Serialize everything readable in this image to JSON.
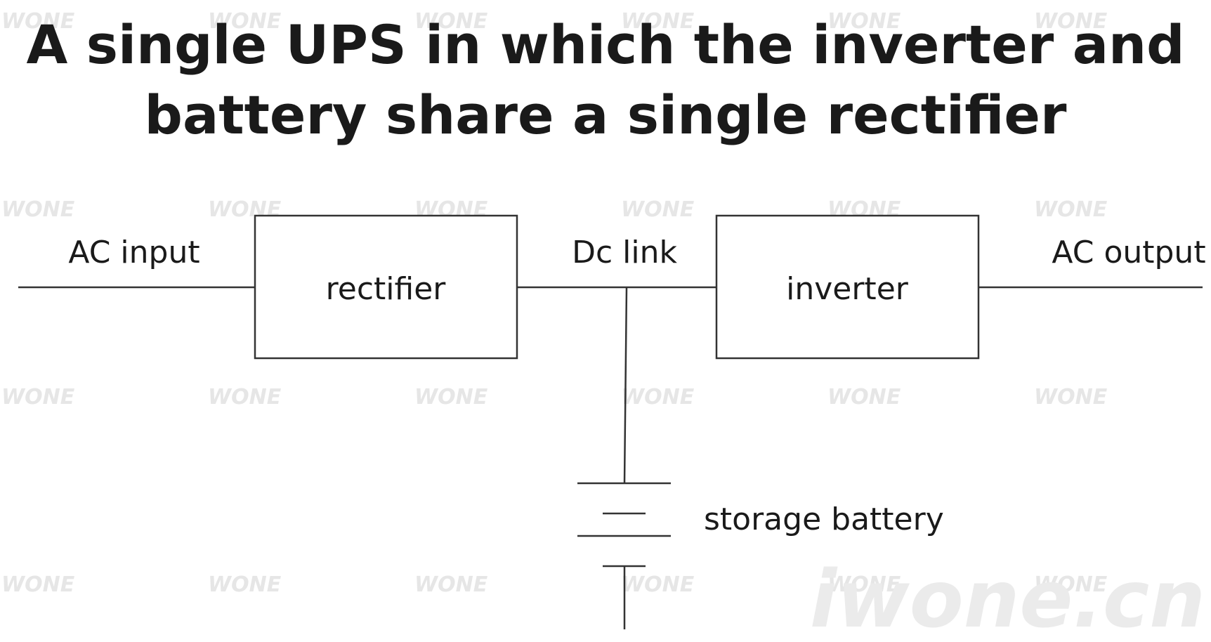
{
  "title": {
    "line1": "A single UPS in which the inverter and",
    "line2": "battery share a single rectifier"
  },
  "diagram": {
    "ac_input_label": "AC input",
    "rectifier_label": "rectifier",
    "dc_link_label": "Dc link",
    "inverter_label": "inverter",
    "ac_output_label": "AC output",
    "battery_label": "storage battery"
  },
  "watermark": {
    "tile_text": "WONE",
    "logo_text": "iwone.cn"
  },
  "colors": {
    "line": "#333333",
    "text": "#1a1a1a",
    "watermark": "#e6e6e6"
  }
}
